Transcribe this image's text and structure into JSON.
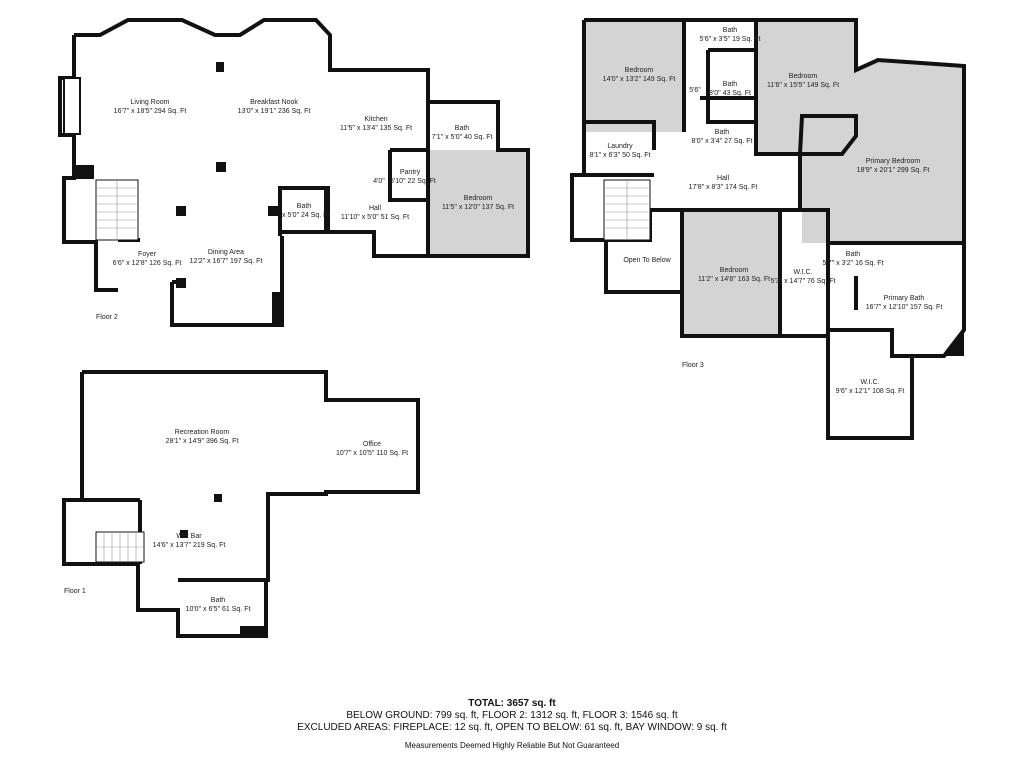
{
  "floors": {
    "floor2": "Floor 2",
    "floor3": "Floor 3",
    "floor1": "Floor 1"
  },
  "rooms": {
    "living": {
      "name": "Living Room",
      "dim": "16'7\" x 18'5\" 294 Sq. Ft"
    },
    "breakfast": {
      "name": "Breakfast Nook",
      "dim": "13'0\" x 19'1\" 236 Sq. Ft"
    },
    "kitchen": {
      "name": "Kitchen",
      "dim": "11'5\" x 13'4\" 135 Sq. Ft"
    },
    "bath_f2a": {
      "name": "Bath",
      "dim": "7'1\" x 5'0\" 40 Sq. Ft"
    },
    "pantry": {
      "name": "Pantry",
      "dim": "5'10\" 22 Sq. Ft"
    },
    "pantry_w": "4'0\"",
    "bedroom_f2": {
      "name": "Bedroom",
      "dim": "11'5\" x 12'0\" 137 Sq. Ft"
    },
    "bath_f2b": {
      "name": "Bath",
      "dim": "x 5'0\" 24 Sq. Ft"
    },
    "hall_f2": {
      "name": "Hall",
      "dim": "11'10\" x 5'0\" 51 Sq. Ft"
    },
    "foyer": {
      "name": "Foyer",
      "dim": "6'6\" x 12'8\" 126 Sq. Ft"
    },
    "dining": {
      "name": "Dining Area",
      "dim": "12'2\" x 16'7\" 197 Sq. Ft"
    },
    "bed_f3a": {
      "name": "Bedroom",
      "dim": "14'0\" x 13'2\" 149 Sq. Ft"
    },
    "bath_f3a": {
      "name": "Bath",
      "dim": "5'6\" x 3'5\" 19 Sq. Ft"
    },
    "bath_f3b": {
      "name": "Bath",
      "dim": "8'0\" 43 Sq. Ft"
    },
    "bath_f3b_w": "5'6\"",
    "bed_f3b": {
      "name": "Bedroom",
      "dim": "11'6\" x 15'5\" 149 Sq. Ft"
    },
    "bath_f3c": {
      "name": "Bath",
      "dim": "8'0\" x 3'4\" 27 Sq. Ft"
    },
    "laundry": {
      "name": "Laundry",
      "dim": "8'1\" x 6'3\" 50 Sq. Ft"
    },
    "hall_f3": {
      "name": "Hall",
      "dim": "17'8\" x 8'3\" 174 Sq. Ft"
    },
    "primary_bed": {
      "name": "Primary Bedroom",
      "dim": "18'9\" x 20'1\" 299 Sq. Ft"
    },
    "open_below": {
      "name": "Open To Below"
    },
    "bed_f3c": {
      "name": "Bedroom",
      "dim": "11'2\" x 14'8\" 163 Sq. Ft"
    },
    "wic_a": {
      "name": "W.I.C.",
      "dim": "5'3\" x 14'7\" 76 Sq. Ft"
    },
    "bath_f3d": {
      "name": "Bath",
      "dim": "5'7\" x 3'2\" 16 Sq. Ft"
    },
    "primary_bath": {
      "name": "Primary Bath",
      "dim": "16'7\" x 12'10\" 157 Sq. Ft"
    },
    "wic_b": {
      "name": "W.I.C.",
      "dim": "9'6\" x 12'1\" 108 Sq. Ft"
    },
    "recreation": {
      "name": "Recreation Room",
      "dim": "28'1\" x 14'9\" 396 Sq. Ft"
    },
    "office": {
      "name": "Office",
      "dim": "10'7\" x 10'5\" 110 Sq. Ft"
    },
    "wetbar": {
      "name": "Wet Bar",
      "dim": "14'6\" x 13'7\" 219 Sq. Ft"
    },
    "bath_f1": {
      "name": "Bath",
      "dim": "10'0\" x 6'5\" 61 Sq. Ft"
    }
  },
  "summary": {
    "total": "TOTAL: 3657 sq. ft",
    "line1": "BELOW GROUND: 799 sq. ft, FLOOR 2: 1312 sq. ft, FLOOR 3: 1546 sq. ft",
    "line2": "EXCLUDED AREAS: FIREPLACE: 12 sq. ft, OPEN TO BELOW: 61 sq. ft, BAY WINDOW: 9 sq. ft",
    "disclaimer": "Measurements Deemed Highly Reliable But Not Guaranteed"
  },
  "colors": {
    "wall": "#111111",
    "shaded": "#d4d4d4",
    "background": "#ffffff"
  }
}
